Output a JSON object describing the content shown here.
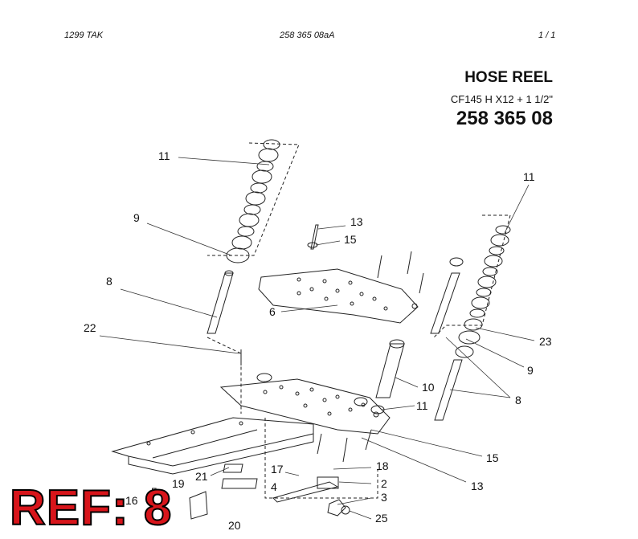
{
  "header": {
    "left": "1299   TAK",
    "center": "258 365 08aA",
    "right": "1  /  1"
  },
  "title": "HOSE REEL",
  "subtitle": "CF145 H X12 + 1 1/2\"",
  "part_number": "258 365 08",
  "callouts": [
    "11",
    "9",
    "8",
    "22",
    "13",
    "15",
    "6",
    "11",
    "23",
    "9",
    "10",
    "11",
    "8",
    "15",
    "13",
    "18",
    "17",
    "2",
    "4",
    "3",
    "25",
    "21",
    "19",
    "5",
    "16",
    "20"
  ],
  "ref_badge": "REF: 8"
}
